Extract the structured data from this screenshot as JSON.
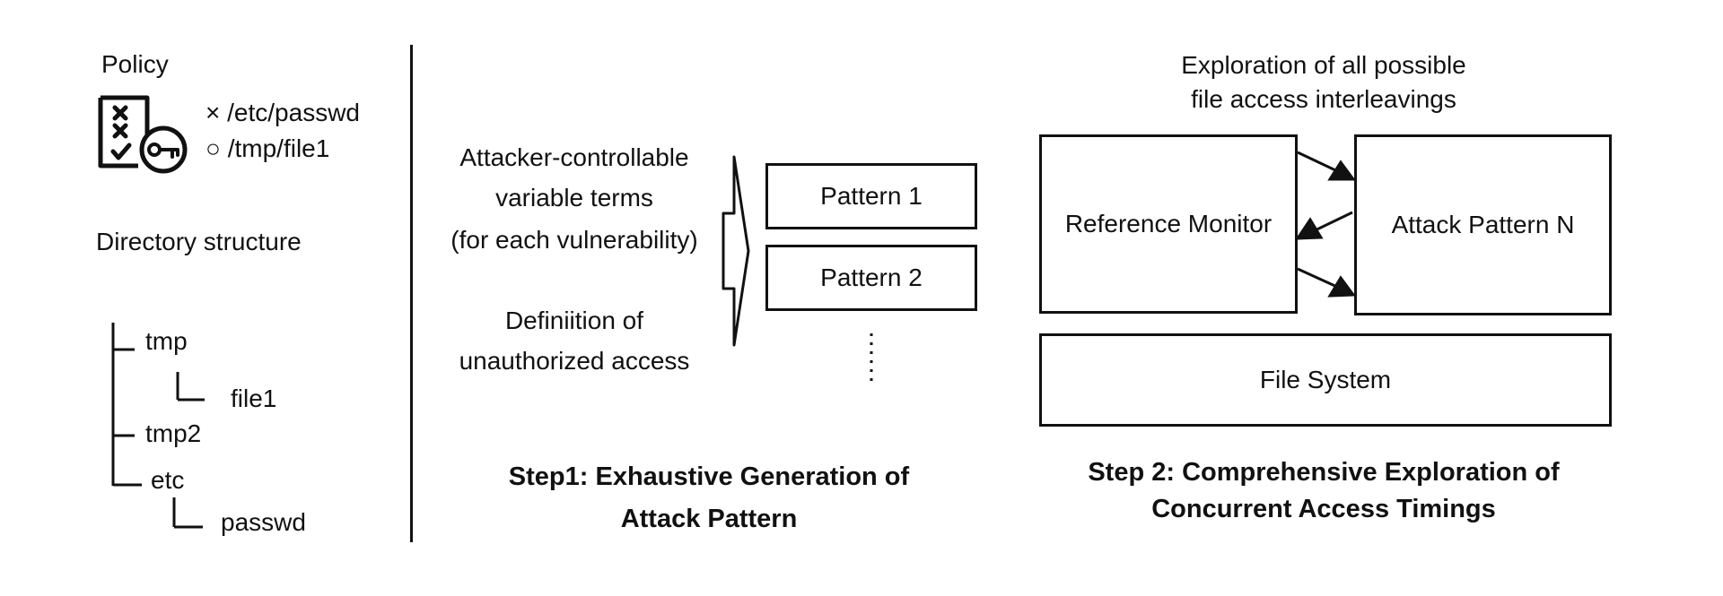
{
  "policy": {
    "heading": "Policy",
    "rules": [
      {
        "mark": "×",
        "path": "/etc/passwd"
      },
      {
        "mark": "○",
        "path": "/tmp/file1"
      }
    ]
  },
  "directory": {
    "heading": "Directory structure",
    "nodes": [
      "tmp",
      "file1",
      "tmp2",
      "etc",
      "passwd"
    ]
  },
  "step1": {
    "inputs": {
      "line1": "Attacker-controllable",
      "line2": "variable terms",
      "line3": "(for each vulnerability)",
      "line4": "Definiition of",
      "line5": "unauthorized access"
    },
    "patterns": [
      "Pattern 1",
      "Pattern 2"
    ],
    "ellipsis": "⋮",
    "caption_line1": "Step1: Exhaustive Generation of",
    "caption_line2": "Attack Pattern"
  },
  "step2": {
    "header_line1": "Exploration of all possible",
    "header_line2": "file access interleavings",
    "reference_monitor": "Reference Monitor",
    "attack_pattern": "Attack Pattern N",
    "file_system": "File System",
    "caption_line1": "Step 2: Comprehensive Exploration of",
    "caption_line2": "Concurrent Access Timings"
  },
  "icons": {
    "policy_icon": "checklist-key-icon",
    "arrow_icon": "block-right-arrow-icon"
  }
}
